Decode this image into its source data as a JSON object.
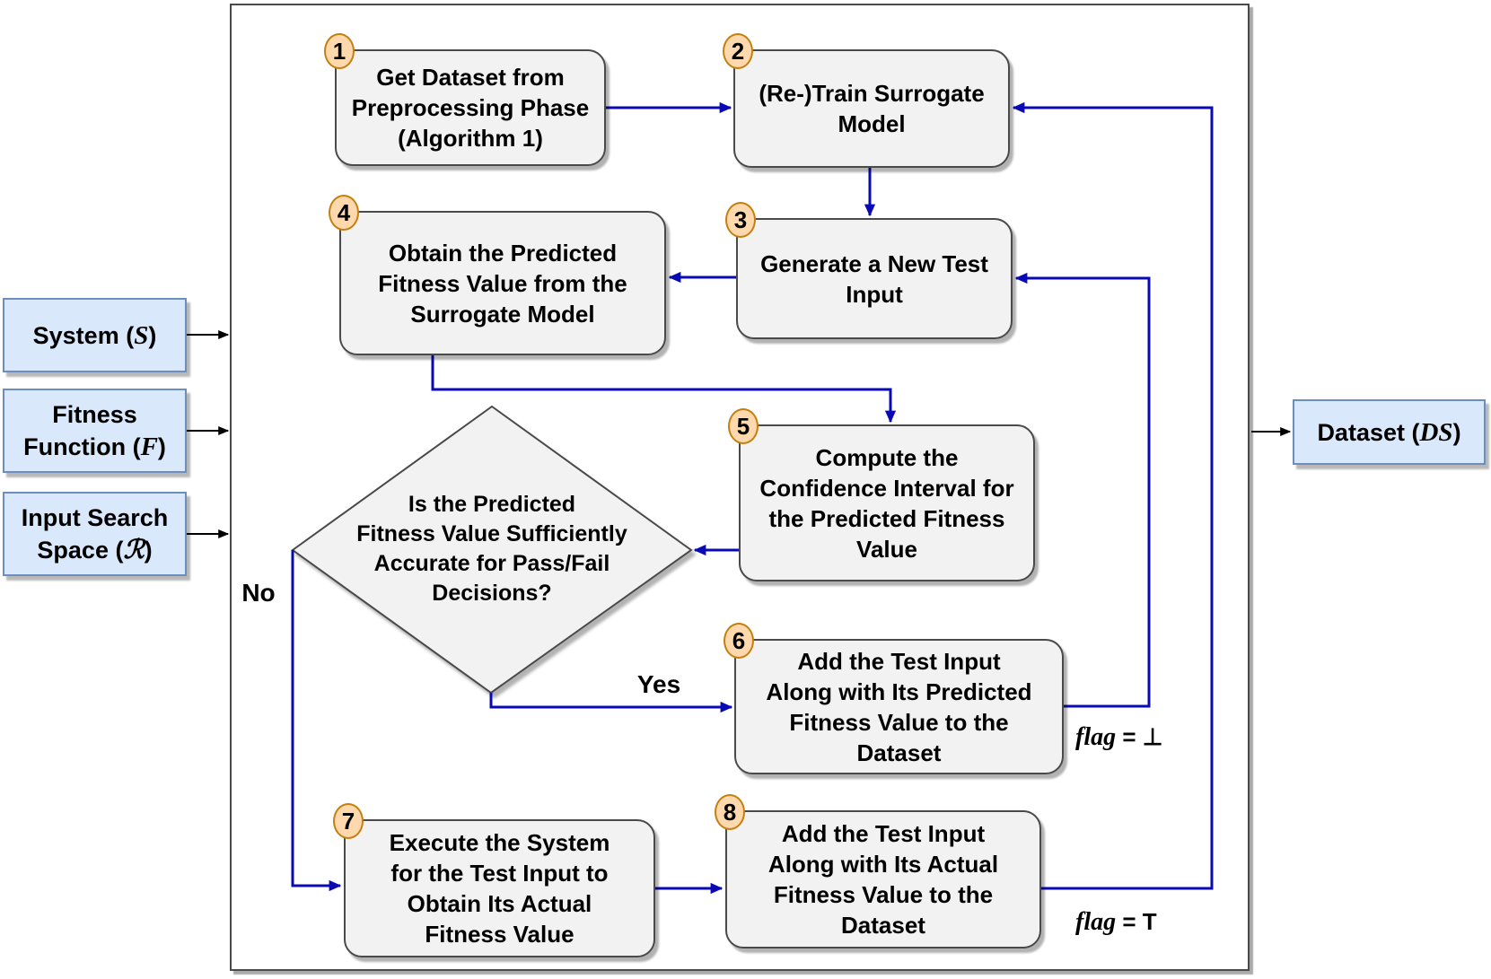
{
  "diagram": {
    "kind": "flowchart",
    "steps": {
      "s1": {
        "num": "1",
        "text": "Get Dataset from\nPreprocessing Phase\n(Algorithm 1)"
      },
      "s2": {
        "num": "2",
        "text": "(Re-)Train Surrogate\nModel"
      },
      "s3": {
        "num": "3",
        "text": "Generate a New Test\nInput"
      },
      "s4": {
        "num": "4",
        "text": "Obtain the Predicted\nFitness Value from the\nSurrogate Model"
      },
      "s5": {
        "num": "5",
        "text": "Compute the\nConfidence Interval for\nthe Predicted Fitness\nValue"
      },
      "s6": {
        "num": "6",
        "text": "Add the Test Input\nAlong with Its Predicted\nFitness Value to the\nDataset"
      },
      "s7": {
        "num": "7",
        "text": "Execute the System\nfor the Test Input to\nObtain Its Actual\nFitness Value"
      },
      "s8": {
        "num": "8",
        "text": "Add the Test Input\nAlong with Its Actual\nFitness Value to the\nDataset"
      }
    },
    "decision": {
      "text": "Is the Predicted\nFitness Value Sufficiently\nAccurate for Pass/Fail\nDecisions?"
    },
    "edge_labels": {
      "no": "No",
      "yes": "Yes"
    },
    "flags": {
      "predicted": {
        "word": "flag",
        "rest": " = ⊥"
      },
      "actual": {
        "word": "flag",
        "rest": " = T"
      }
    },
    "terminals": {
      "system": {
        "prefix": "System (",
        "var": "S",
        "suffix": ")"
      },
      "fitness": {
        "prefix": "Fitness Function (",
        "var": "F",
        "suffix": ")"
      },
      "space": {
        "prefix": "Input Search Space (",
        "var": "ℛ",
        "suffix": ")"
      },
      "dataset": {
        "prefix": "Dataset (",
        "var": "DS",
        "suffix": ")"
      }
    },
    "colors": {
      "arrow_blue": "#0a0ab4",
      "arrow_black": "#000000",
      "node_fill": "#f2f2f2",
      "node_stroke": "#4a4a4a",
      "badge_fill": "#ffd9ad",
      "badge_stroke": "#c47f0e",
      "terminal_fill": "#dae8fc",
      "terminal_stroke": "#6c8ebf"
    }
  }
}
